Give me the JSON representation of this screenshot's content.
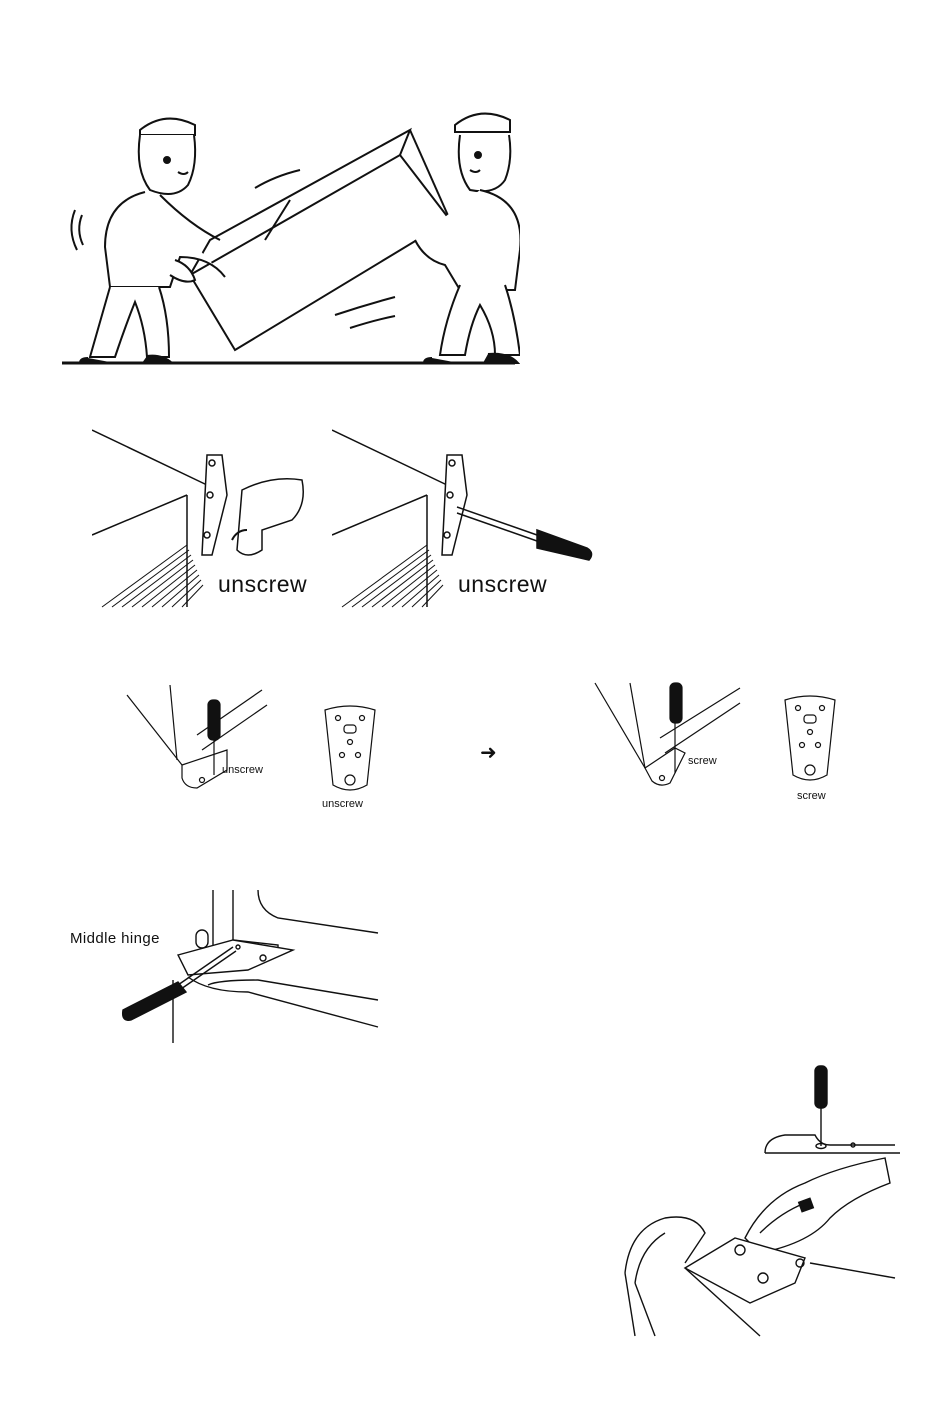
{
  "figures": {
    "carry": {},
    "top_hinge": {
      "left_label": "unscrew",
      "right_label": "unscrew"
    },
    "bottom_hinge": {
      "left_unit_label": "unscrew",
      "left_plate_label": "unscrew",
      "arrow": "➜",
      "right_unit_label": "screw",
      "right_plate_label": "screw"
    },
    "middle_hinge": {
      "label": "Middle hinge"
    },
    "reinstall_hinge": {}
  }
}
